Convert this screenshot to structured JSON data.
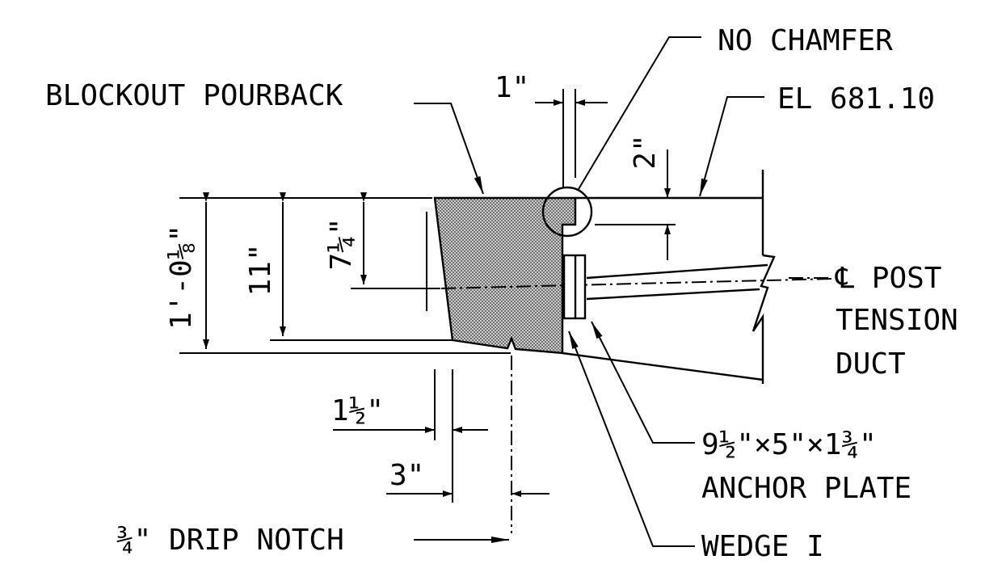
{
  "labels": {
    "blockout": "BLOCKOUT POURBACK",
    "no_chamfer": "NO CHAMFER",
    "elevation": "EL 681.10",
    "post_tension_line1": "℄ POST",
    "post_tension_line2": "TENSION",
    "post_tension_line3": "DUCT",
    "anchor_plate_line1": "9½\"×5\"×1¾\"",
    "anchor_plate_line2": "ANCHOR PLATE",
    "wedge": "WEDGE I",
    "drip_notch": "¾\" DRIP NOTCH"
  },
  "dimensions": {
    "d_1in": "1\"",
    "d_2in": "2\"",
    "d_total": "1'-0⅛\"",
    "d_11in": "11\"",
    "d_7_25in": "7¼\"",
    "d_1_5in": "1½\"",
    "d_3in": "3\""
  },
  "colors": {
    "ink": "#000000",
    "hatch": "#8a8a8a",
    "background": "#ffffff"
  }
}
